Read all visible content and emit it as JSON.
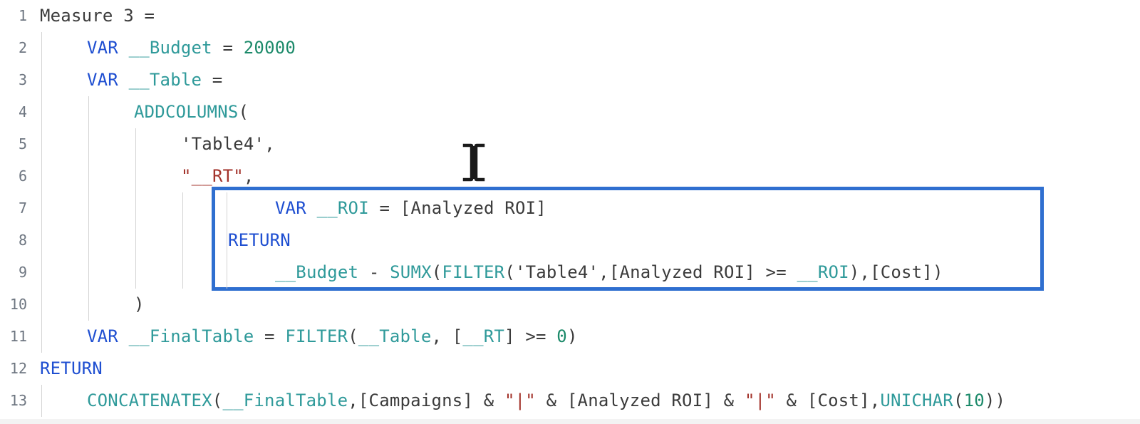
{
  "editor": {
    "lines": [
      {
        "n": "1",
        "indent": 0,
        "tokens": [
          {
            "t": "Measure 3 =",
            "c": "plain"
          }
        ]
      },
      {
        "n": "2",
        "indent": 1,
        "tokens": [
          {
            "t": "VAR ",
            "c": "kw"
          },
          {
            "t": "__Budget",
            "c": "var"
          },
          {
            "t": " = ",
            "c": "plain"
          },
          {
            "t": "20000",
            "c": "num"
          }
        ]
      },
      {
        "n": "3",
        "indent": 1,
        "tokens": [
          {
            "t": "VAR ",
            "c": "kw"
          },
          {
            "t": "__Table",
            "c": "var"
          },
          {
            "t": " =",
            "c": "plain"
          }
        ]
      },
      {
        "n": "4",
        "indent": 2,
        "tokens": [
          {
            "t": "ADDCOLUMNS",
            "c": "fn"
          },
          {
            "t": "(",
            "c": "plain"
          }
        ]
      },
      {
        "n": "5",
        "indent": 3,
        "tokens": [
          {
            "t": "'Table4'",
            "c": "plain"
          },
          {
            "t": ",",
            "c": "plain"
          }
        ]
      },
      {
        "n": "6",
        "indent": 3,
        "tokens": [
          {
            "t": "\"__RT\"",
            "c": "str"
          },
          {
            "t": ",",
            "c": "plain"
          }
        ]
      },
      {
        "n": "7",
        "indent": 5,
        "tokens": [
          {
            "t": "VAR ",
            "c": "kw"
          },
          {
            "t": "__ROI",
            "c": "var"
          },
          {
            "t": " = [Analyzed ROI]",
            "c": "plain"
          }
        ]
      },
      {
        "n": "8",
        "indent": 4,
        "tokens": [
          {
            "t": "RETURN",
            "c": "kw"
          }
        ]
      },
      {
        "n": "9",
        "indent": 5,
        "tokens": [
          {
            "t": "__Budget",
            "c": "var"
          },
          {
            "t": " - ",
            "c": "plain"
          },
          {
            "t": "SUMX",
            "c": "fn"
          },
          {
            "t": "(",
            "c": "plain"
          },
          {
            "t": "FILTER",
            "c": "fn"
          },
          {
            "t": "('Table4',[Analyzed ROI] >= ",
            "c": "plain"
          },
          {
            "t": "__ROI",
            "c": "var"
          },
          {
            "t": "),[Cost])",
            "c": "plain"
          }
        ]
      },
      {
        "n": "10",
        "indent": 2,
        "tokens": [
          {
            "t": ")",
            "c": "plain"
          }
        ]
      },
      {
        "n": "11",
        "indent": 1,
        "tokens": [
          {
            "t": "VAR ",
            "c": "kw"
          },
          {
            "t": "__FinalTable",
            "c": "var"
          },
          {
            "t": " = ",
            "c": "plain"
          },
          {
            "t": "FILTER",
            "c": "fn"
          },
          {
            "t": "(",
            "c": "plain"
          },
          {
            "t": "__Table",
            "c": "var"
          },
          {
            "t": ", [",
            "c": "plain"
          },
          {
            "t": "__RT",
            "c": "var"
          },
          {
            "t": "] >= ",
            "c": "plain"
          },
          {
            "t": "0",
            "c": "num"
          },
          {
            "t": ")",
            "c": "plain"
          }
        ]
      },
      {
        "n": "12",
        "indent": 0,
        "tokens": [
          {
            "t": "RETURN",
            "c": "kw"
          }
        ]
      },
      {
        "n": "13",
        "indent": 1,
        "tokens": [
          {
            "t": "CONCATENATEX",
            "c": "fn"
          },
          {
            "t": "(",
            "c": "plain"
          },
          {
            "t": "__FinalTable",
            "c": "var"
          },
          {
            "t": ",[Campaigns] & ",
            "c": "plain"
          },
          {
            "t": "\"|\"",
            "c": "str"
          },
          {
            "t": " & [Analyzed ROI] & ",
            "c": "plain"
          },
          {
            "t": "\"|\"",
            "c": "str"
          },
          {
            "t": " & [Cost],",
            "c": "plain"
          },
          {
            "t": "UNICHAR",
            "c": "fn"
          },
          {
            "t": "(",
            "c": "plain"
          },
          {
            "t": "10",
            "c": "num"
          },
          {
            "t": "))",
            "c": "plain"
          }
        ]
      }
    ],
    "colors": {
      "keyword": "#1f4fd1",
      "variable": "#2f9a9a",
      "string": "#a3332b",
      "number": "#1c8a6a",
      "highlight_border": "#2f6fd0"
    },
    "cursor_icon": "text-ibeam-cursor-icon"
  }
}
